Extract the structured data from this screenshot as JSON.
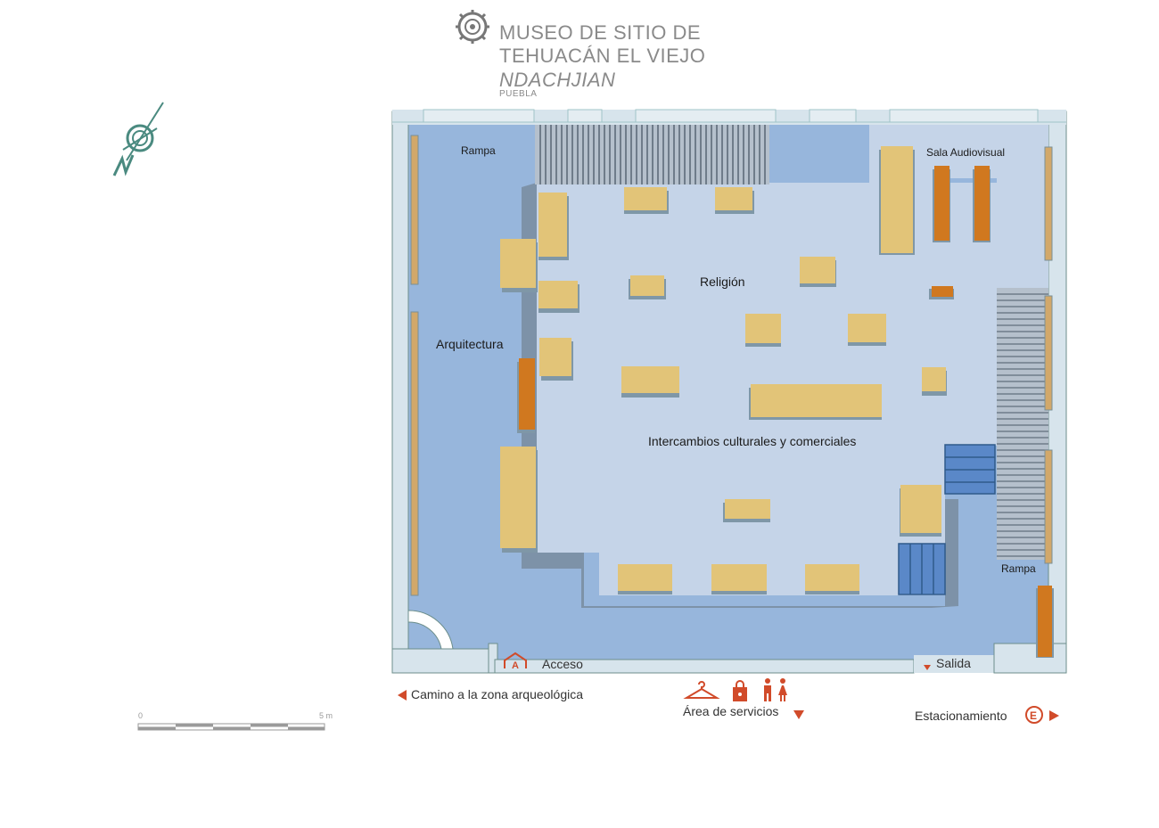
{
  "header": {
    "title_line1": "MUSEO DE SITIO DE",
    "title_line2": "TEHUACÁN EL VIEJO",
    "title_line3": "NDACHJIAN",
    "state": "PUEBLA"
  },
  "rooms": {
    "rampa_top": "Rampa",
    "rampa_right": "Rampa",
    "sala_audiovisual": "Sala Audiovisual",
    "religion": "Religión",
    "arquitectura": "Arquitectura",
    "intercambios": "Intercambios culturales y comerciales"
  },
  "entrances": {
    "acceso": "Acceso",
    "salida": "Salida"
  },
  "directions": {
    "camino": "Camino a la zona arqueológica",
    "servicios": "Área de servicios",
    "estacionamiento": "Estacionamiento"
  },
  "scale": {
    "start": "0",
    "end": "5 m"
  },
  "icons": {
    "north": "north-arrow-icon",
    "logo": "museum-logo-icon",
    "access": "access-house-icon",
    "wardrobe": "hanger-icon",
    "shop": "shopping-bag-icon",
    "restrooms": "restroom-icon",
    "parking": "parking-icon"
  },
  "colors": {
    "floor_outer": "#97b6dc",
    "floor_inner": "#c5d4e8",
    "wall": "#d7e4ec",
    "case": "#e2c478",
    "case_orange": "#d0781f",
    "accent": "#d14b2a"
  }
}
